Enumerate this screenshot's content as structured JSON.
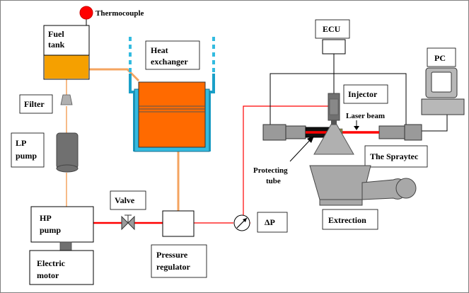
{
  "labels": {
    "thermocouple": "Thermocouple",
    "fuel_tank_1": "Fuel",
    "fuel_tank_2": "tank",
    "heat_exchanger_1": "Heat",
    "heat_exchanger_2": "exchanger",
    "filter": "Filter",
    "lp_pump_1": "LP",
    "lp_pump_2": "pump",
    "hp_pump_1": "HP",
    "hp_pump_2": "pump",
    "electric_motor_1": "Electric",
    "electric_motor_2": "motor",
    "valve": "Valve",
    "pressure_regulator_1": "Pressure",
    "pressure_regulator_2": "regulator",
    "delta_p": "ΔP",
    "ecu": "ECU",
    "pc": "PC",
    "injector": "Injector",
    "laser_beam": "Laser beam",
    "spraytec": "The Spraytec",
    "protecting_tube_1": "Protecting",
    "protecting_tube_2": "tube",
    "extraction": "Extrection"
  },
  "colors": {
    "fuel_line": "#f4a460",
    "fuel_orange": "#ff6a00",
    "tank_fill": "#f5a000",
    "high_pressure_line": "#ff0000",
    "coolant": "#33bbe0",
    "coolant_dark": "#1aa0c8",
    "thermocouple": "#ff0000",
    "pump_grey": "#707070",
    "hopper_grey": "#a8a8a8"
  }
}
